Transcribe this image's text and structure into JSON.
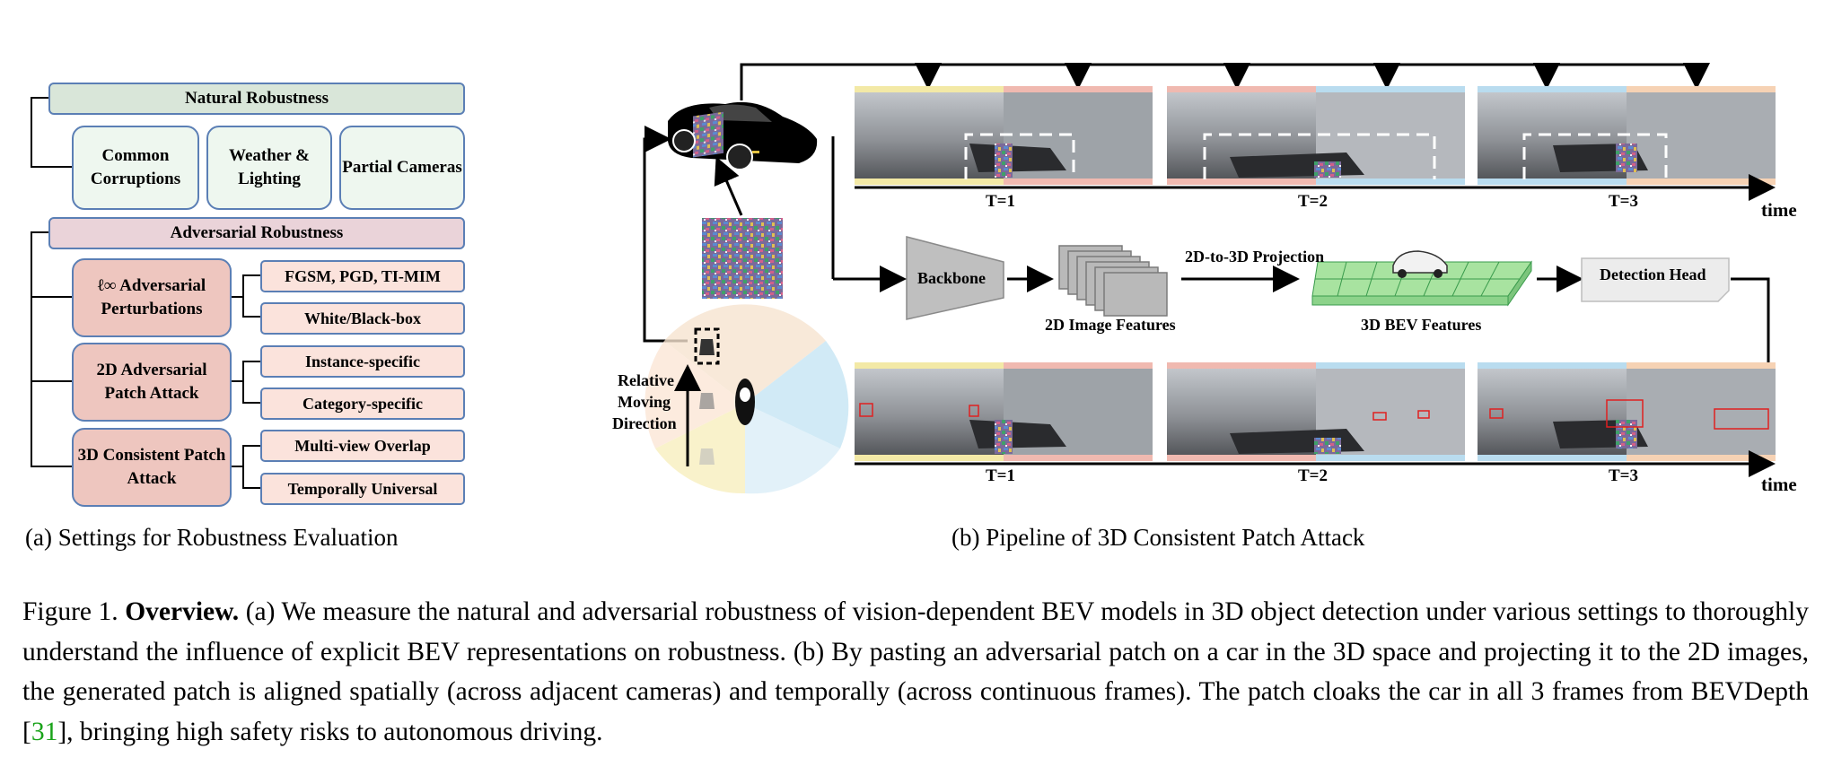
{
  "panel_a": {
    "natural_header": "Natural Robustness",
    "natural_items": [
      "Common Corruptions",
      "Weather & Lighting",
      "Partial Cameras"
    ],
    "adversarial_header": "Adversarial Robustness",
    "adversarial_groups": [
      {
        "label": "ℓ∞ Adversarial Perturbations",
        "subs": [
          "FGSM, PGD, TI-MIM",
          "White/Black-box"
        ]
      },
      {
        "label": "2D Adversarial Patch Attack",
        "subs": [
          "Instance-specific",
          "Category-specific"
        ]
      },
      {
        "label": "3D Consistent Patch Attack",
        "subs": [
          "Multi-view Overlap",
          "Temporally Universal"
        ]
      }
    ],
    "caption": "(a) Settings for Robustness Evaluation"
  },
  "panel_b": {
    "direction_label": [
      "Relative",
      "Moving",
      "Direction"
    ],
    "top_frames": [
      "T=1",
      "T=2",
      "T=3"
    ],
    "bottom_frames": [
      "T=1",
      "T=2",
      "T=3"
    ],
    "time_label_top": "time",
    "time_label_bottom": "time",
    "backbone": "Backbone",
    "image_features": "2D Image Features",
    "projection": "2D-to-3D Projection",
    "bev_features": "3D BEV Features",
    "detection_head": "Detection Head",
    "caption": "(b) Pipeline of 3D Consistent Patch Attack",
    "colors": {
      "yellow": "#f3e9a6",
      "pink": "#f0b9b0",
      "blue": "#b9dcef",
      "orange": "#f6d2b4",
      "bev_green": "#a8e3a0",
      "accent_cite": "#1aa31a"
    }
  },
  "figure_caption": {
    "label": "Figure 1.",
    "bold": "Overview.",
    "text_1": "(a) We measure the natural and adversarial robustness of vision-dependent BEV models in 3D object detection under various settings to thoroughly understand the influence of explicit BEV representations on robustness. (b) By pasting an adversarial patch on a car in the 3D space and projecting it to the 2D images, the generated patch is aligned spatially (across adjacent cameras) and temporally (across continuous frames). The patch cloaks the car in all 3 frames from BEVDepth [",
    "cite": "31",
    "text_2": "], bringing high safety risks to autonomous driving."
  }
}
